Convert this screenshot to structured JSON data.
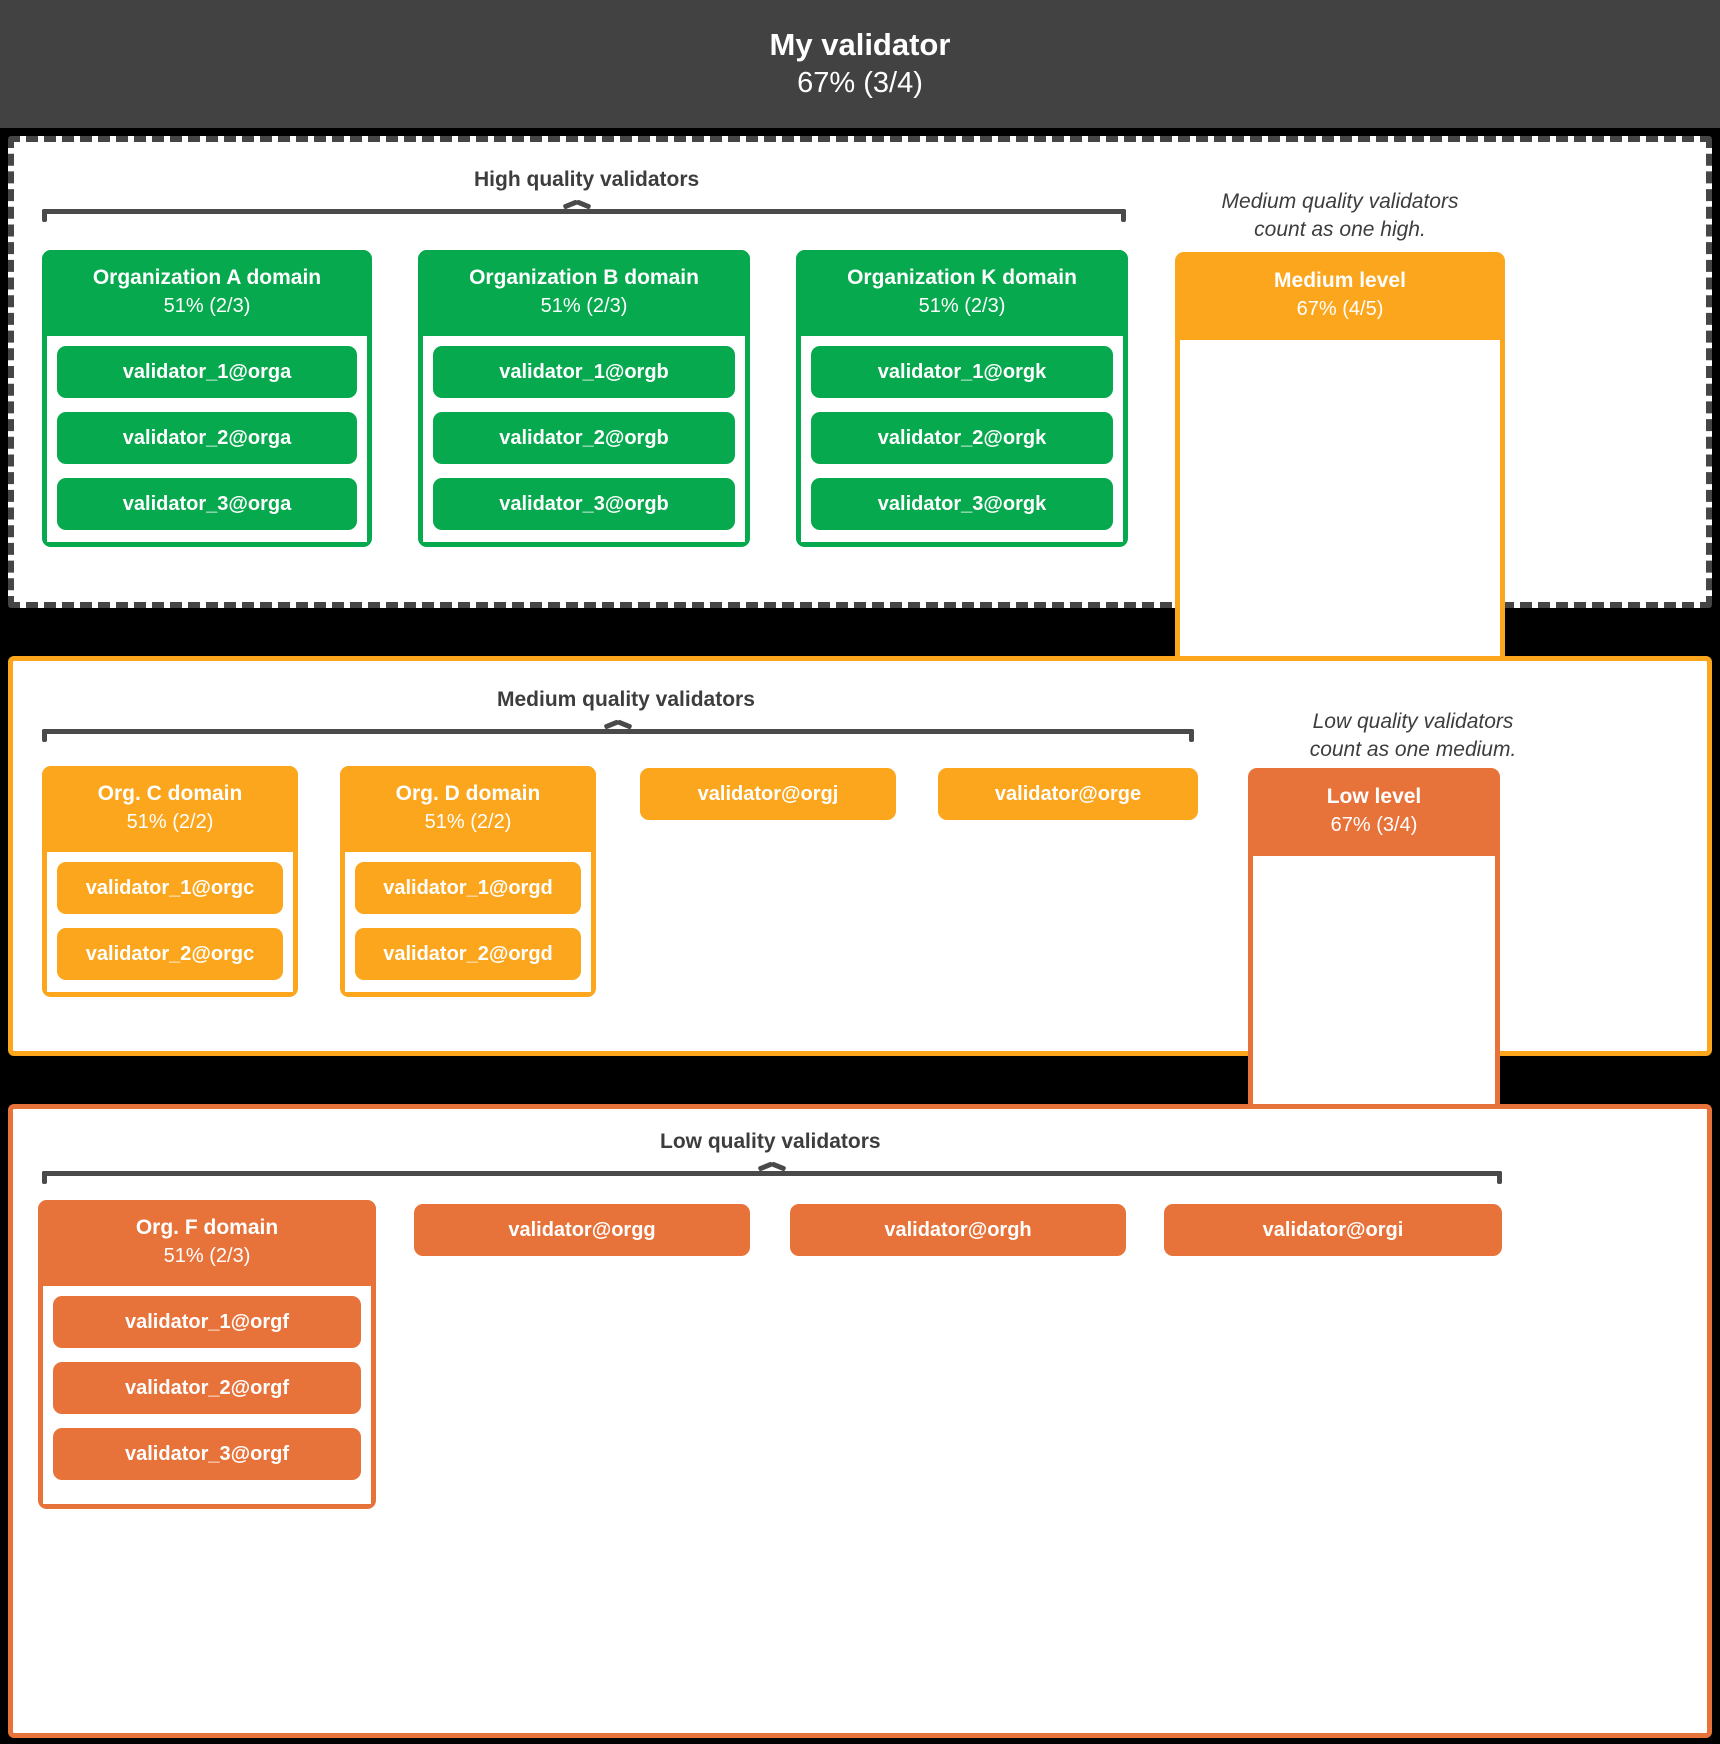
{
  "header": {
    "title": "My validator",
    "percent": "67% (3/4)"
  },
  "sections": {
    "high": {
      "caption": "High quality validators",
      "orgs": [
        {
          "name": "Organization A domain",
          "percent": "51% (2/3)",
          "validators": [
            "validator_1@orga",
            "validator_2@orga",
            "validator_3@orga"
          ]
        },
        {
          "name": "Organization B domain",
          "percent": "51% (2/3)",
          "validators": [
            "validator_1@orgb",
            "validator_2@orgb",
            "validator_3@orgb"
          ]
        },
        {
          "name": "Organization K domain",
          "percent": "51% (2/3)",
          "validators": [
            "validator_1@orgk",
            "validator_2@orgk",
            "validator_3@orgk"
          ]
        }
      ],
      "note": "Medium quality validators\ncount as one high.",
      "level_box": {
        "name": "Medium level",
        "percent": "67% (4/5)"
      }
    },
    "medium": {
      "caption": "Medium quality validators",
      "orgs": [
        {
          "name": "Org. C domain",
          "percent": "51% (2/2)",
          "validators": [
            "validator_1@orgc",
            "validator_2@orgc"
          ]
        },
        {
          "name": "Org. D domain",
          "percent": "51% (2/2)",
          "validators": [
            "validator_1@orgd",
            "validator_2@orgd"
          ]
        }
      ],
      "standalone": [
        "validator@orgj",
        "validator@orge"
      ],
      "note": "Low quality validators\ncount as one medium.",
      "level_box": {
        "name": "Low level",
        "percent": "67% (3/4)"
      }
    },
    "low": {
      "caption": "Low quality validators",
      "orgs": [
        {
          "name": "Org. F domain",
          "percent": "51% (2/3)",
          "validators": [
            "validator_1@orgf",
            "validator_2@orgf",
            "validator_3@orgf"
          ]
        }
      ],
      "standalone": [
        "validator@orgg",
        "validator@orgh",
        "validator@orgi"
      ]
    }
  },
  "colors": {
    "high": "#06A94D",
    "medium": "#FBA61C",
    "low": "#E8733A",
    "header_bg": "#424242",
    "background": "#000000"
  }
}
